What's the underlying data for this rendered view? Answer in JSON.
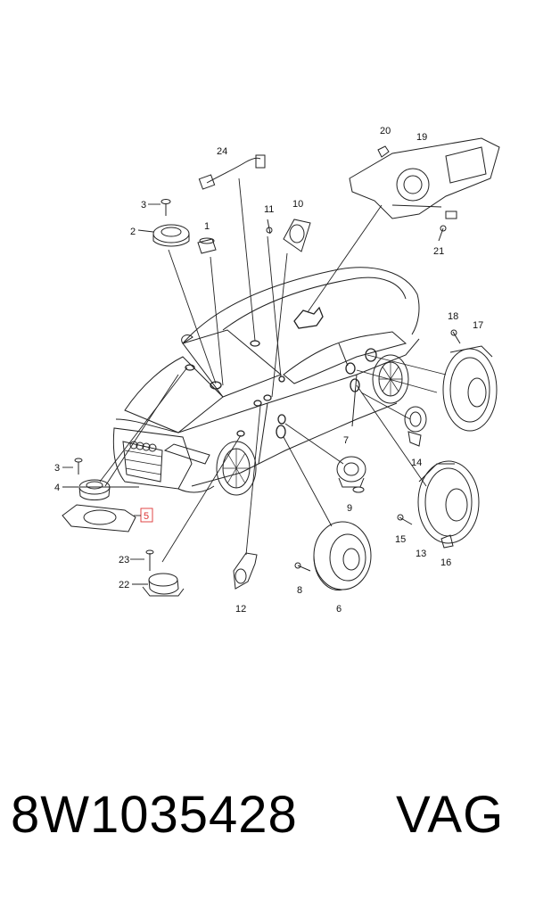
{
  "diagram": {
    "callouts": {
      "c1": "1",
      "c2": "2",
      "c3a": "3",
      "c3b": "3",
      "c4": "4",
      "c5": "5",
      "c6": "6",
      "c8": "8",
      "c9": "9",
      "c10": "10",
      "c11": "11",
      "c12": "12",
      "c13": "13",
      "c14": "14",
      "c15": "15",
      "c16": "16",
      "c17": "17",
      "c18": "18",
      "c19": "19",
      "c20": "20",
      "c21": "21",
      "c22": "22",
      "c23": "23",
      "c24": "24",
      "c7": "7"
    },
    "highlight_color": "#d33333"
  },
  "footer": {
    "part_number": "8W1035428",
    "brand": "VAG"
  }
}
